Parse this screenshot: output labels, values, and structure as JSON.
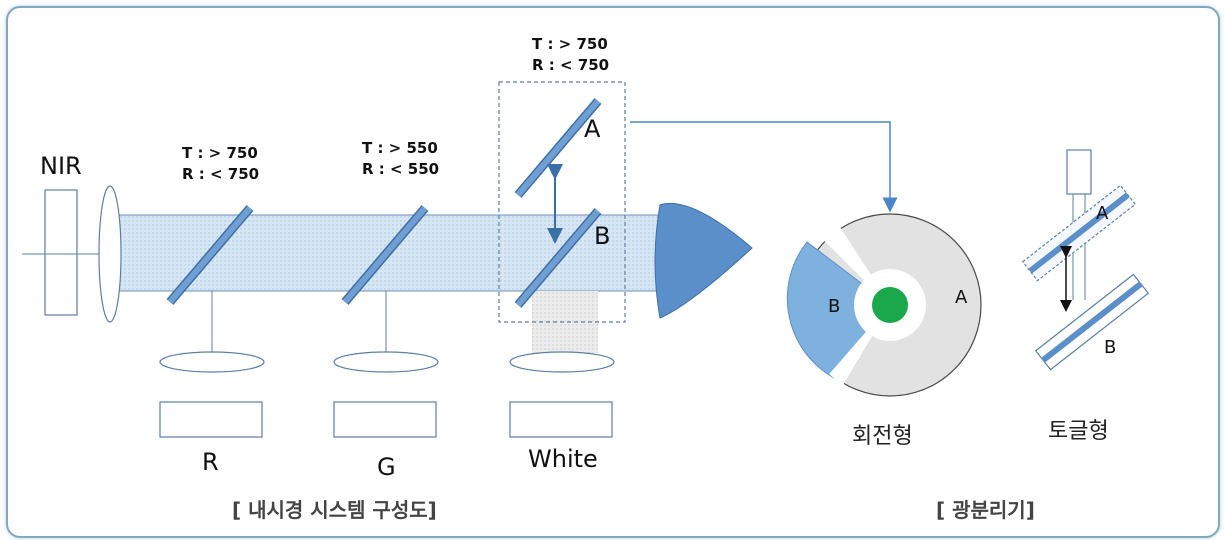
{
  "source_label": "NIR",
  "filters": [
    {
      "t": "T : > 750",
      "r": "R : < 750"
    },
    {
      "t": "T : > 550",
      "r": "R : < 550"
    },
    {
      "t": "T : > 750",
      "r": "R : < 750"
    }
  ],
  "sensors": [
    "R",
    "G",
    "White"
  ],
  "mirrors": [
    "A",
    "B"
  ],
  "disk": {
    "segment_a": "A",
    "segment_b": "B"
  },
  "toggle": {
    "a": "A",
    "b": "B"
  },
  "types": {
    "rotating": "회전형",
    "toggle": "토글형"
  },
  "captions": {
    "system": "[ 내시경 시스템 구성도]",
    "splitter": "[ 광분리기]"
  },
  "colors": {
    "beam": "#d6e4f2",
    "mirror": "#5b8fc9",
    "accent": "#4a86c8",
    "center_dot": "#1aa84a",
    "disk_bg": "#e2e2e2"
  }
}
